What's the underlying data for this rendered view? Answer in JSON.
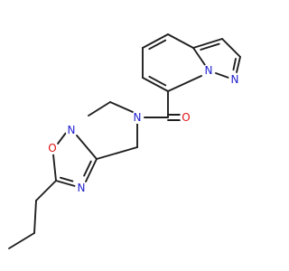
{
  "molecule": {
    "colors": {
      "bond": "#1f1f1f",
      "N": "#2020d0",
      "O": "#e01010"
    },
    "atoms": {
      "n_pyr": "N",
      "n_bridge": "N",
      "n_amide": "N",
      "o_carbonyl": "O",
      "o_ring": "O",
      "n_ox3": "N",
      "n_ox4": "N"
    }
  }
}
